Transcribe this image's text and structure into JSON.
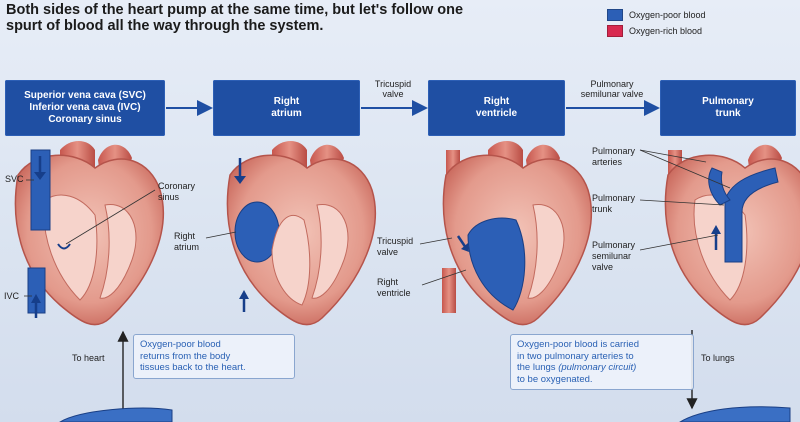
{
  "headline": {
    "line1": "Both sides of the heart pump at the same time, but let's follow one",
    "line2": "spurt of blood all the way through the system."
  },
  "legend": [
    {
      "label": "Oxygen-poor blood",
      "color": "#2c5fb6"
    },
    {
      "label": "Oxygen-rich blood",
      "color": "#d8294f"
    }
  ],
  "flow": {
    "boxes": [
      {
        "lines": [
          "Superior vena cava (SVC)",
          "Inferior vena cava (IVC)",
          "Coronary sinus"
        ]
      },
      {
        "lines": [
          "Right",
          "atrium"
        ]
      },
      {
        "lines": [
          "Right",
          "ventricle"
        ]
      },
      {
        "lines": [
          "Pulmonary",
          "trunk"
        ]
      }
    ],
    "arrow_labels": [
      {
        "lines": [
          "Tricuspid",
          "valve"
        ]
      },
      {
        "lines": [
          "Pulmonary",
          "semilunar valve"
        ]
      }
    ]
  },
  "callouts": {
    "svc": "SVC",
    "ivc": "IVC",
    "coronary_sinus": [
      "Coronary",
      "sinus"
    ],
    "right_atrium": [
      "Right",
      "atrium"
    ],
    "tricuspid_valve": [
      "Tricuspid",
      "valve"
    ],
    "right_ventricle": [
      "Right",
      "ventricle"
    ],
    "pulmonary_arteries": [
      "Pulmonary",
      "arteries"
    ],
    "pulmonary_trunk": [
      "Pulmonary",
      "trunk"
    ],
    "pulmonary_semilunar_valve": [
      "Pulmonary",
      "semilunar",
      "valve"
    ]
  },
  "bottom": {
    "to_heart": "To heart",
    "to_lungs": "To lungs",
    "note_left": [
      "Oxygen-poor blood",
      "returns from the body",
      "tissues back to the heart."
    ],
    "note_right_1": "Oxygen-poor blood is carried",
    "note_right_2": "in two pulmonary arteries to",
    "note_right_3a": "the lungs ",
    "note_right_3b": "(pulmonary circuit)",
    "note_right_4": "to be oxygenated."
  },
  "colors": {
    "box_blue": "#1f4fa3",
    "heart_muscle": "#e9a79b",
    "heart_dark": "#c9574f",
    "blood_poor": "#2c5fb6",
    "blood_rich": "#d8294f"
  }
}
